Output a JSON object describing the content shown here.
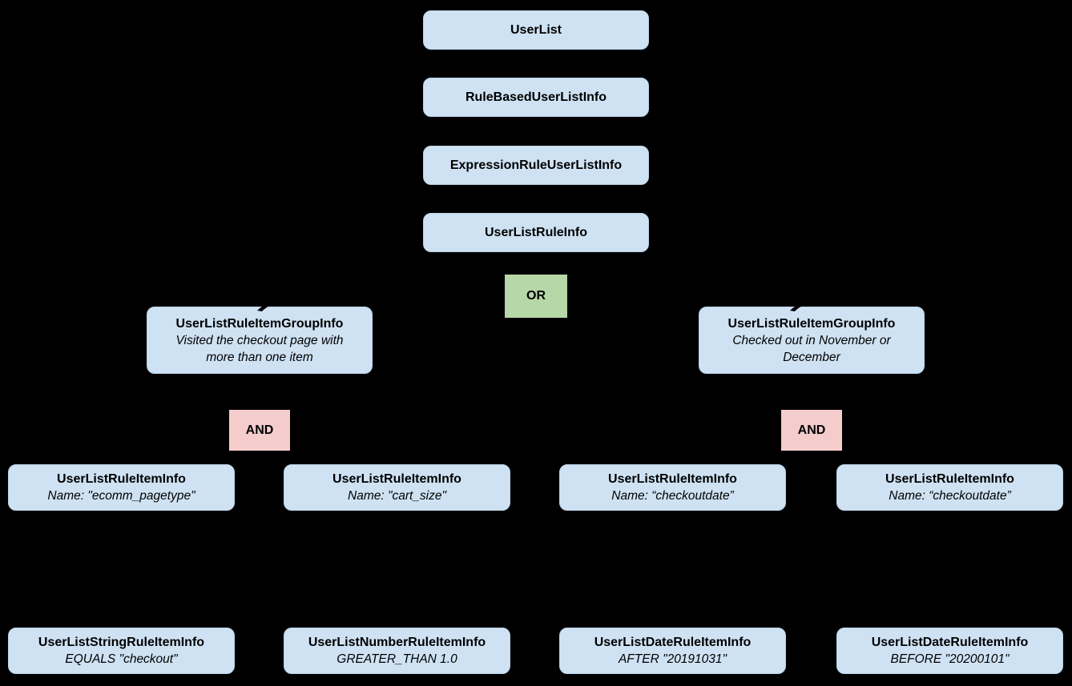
{
  "title": "UserList rule-based audience class hierarchy",
  "colors": {
    "background": "#000000",
    "node_fill": "#cfe2f3",
    "or_fill": "#b6d7a8",
    "and_fill": "#f4cccc",
    "text": "#000000"
  },
  "operators": {
    "or": "OR",
    "and": "AND"
  },
  "chain": [
    {
      "label": "UserList"
    },
    {
      "label": "RuleBasedUserListInfo"
    },
    {
      "label": "ExpressionRuleUserListInfo"
    },
    {
      "label": "UserListRuleInfo"
    }
  ],
  "groups": [
    {
      "title": "UserListRuleItemGroupInfo",
      "description": "Visited the checkout page with\nmore than one item"
    },
    {
      "title": "UserListRuleItemGroupInfo",
      "description": "Checked out in November or\nDecember"
    }
  ],
  "rule_items": [
    {
      "title": "UserListRuleItemInfo",
      "detail": "Name: \"ecomm_pagetype\""
    },
    {
      "title": "UserListRuleItemInfo",
      "detail": "Name: \"cart_size\""
    },
    {
      "title": "UserListRuleItemInfo",
      "detail": "Name: “checkoutdate”"
    },
    {
      "title": "UserListRuleItemInfo",
      "detail": "Name: “checkoutdate”"
    }
  ],
  "leaf_items": [
    {
      "title": "UserListStringRuleItemInfo",
      "detail": "EQUALS \"checkout\""
    },
    {
      "title": "UserListNumberRuleItemInfo",
      "detail": "GREATER_THAN 1.0"
    },
    {
      "title": "UserListDateRuleItemInfo",
      "detail": "AFTER \"20191031\""
    },
    {
      "title": "UserListDateRuleItemInfo",
      "detail": "BEFORE \"20200101\""
    }
  ]
}
